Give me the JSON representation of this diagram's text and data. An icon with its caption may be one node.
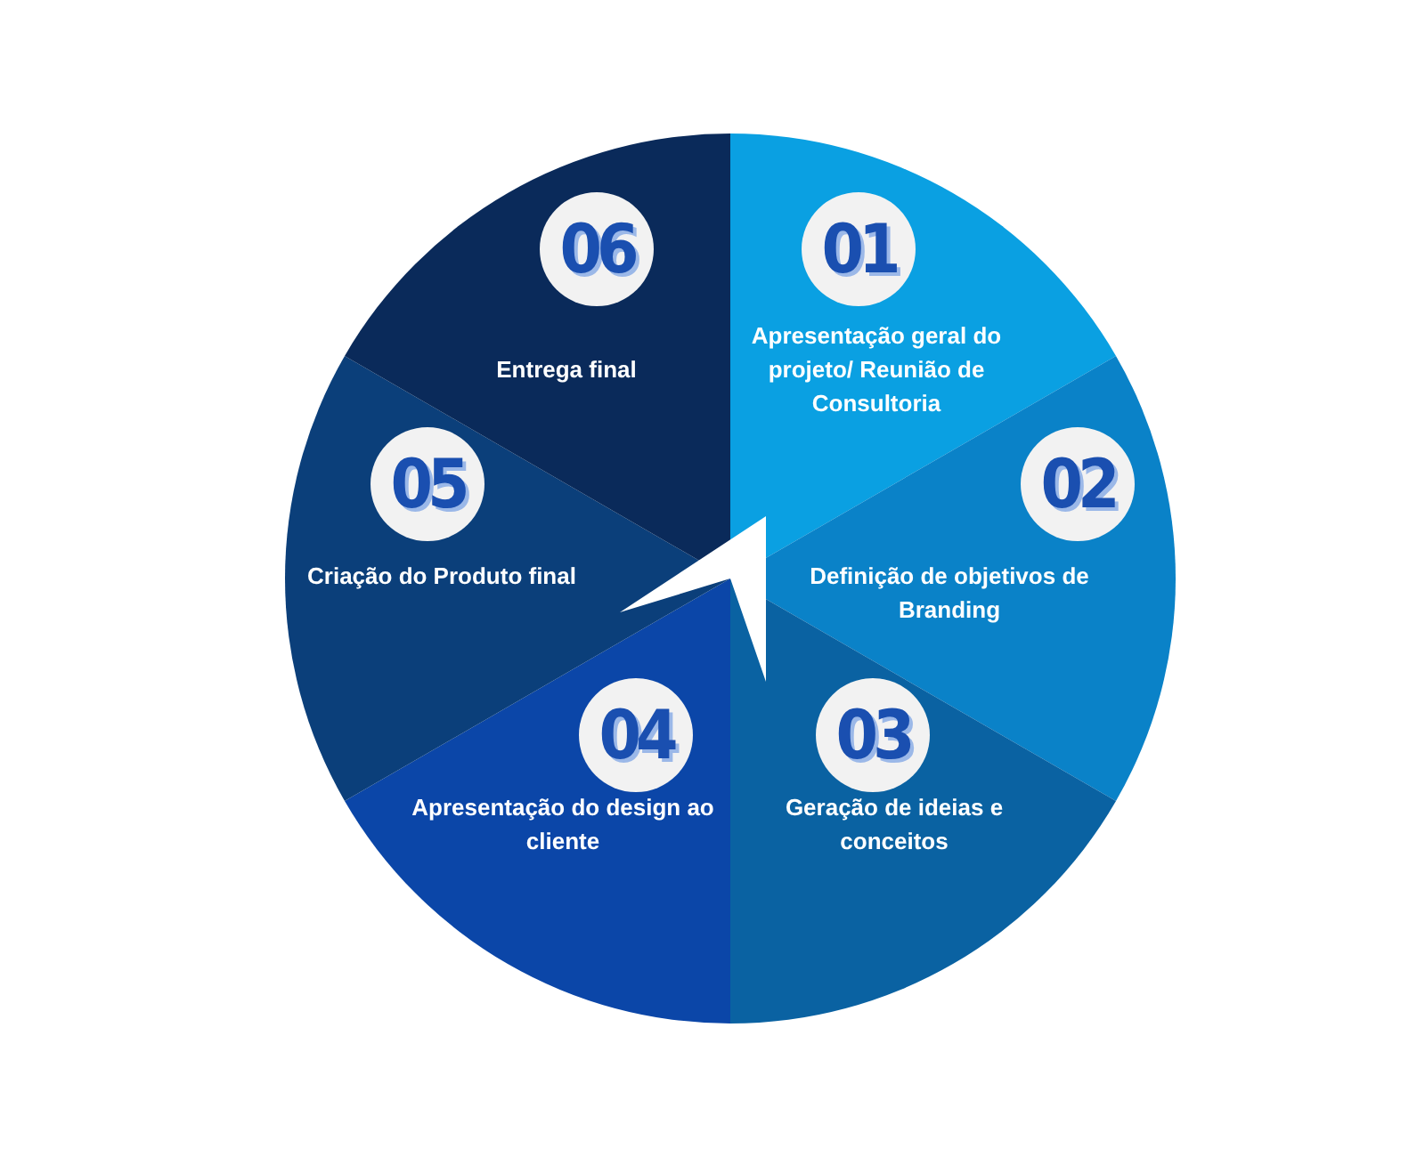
{
  "diagram": {
    "nodes": [
      {
        "text": [
          "01",
          "Apresentação geral do projeto/ Reunião de Consultoria"
        ]
      },
      {
        "text": [
          "02",
          "Definição de objetivos de Branding"
        ]
      },
      {
        "text": [
          "03",
          "Geração de ideias e conceitos"
        ]
      },
      {
        "text": [
          "04",
          "Apresentação do design ao cliente"
        ]
      },
      {
        "text": [
          "05",
          "Criação do Produto final"
        ]
      },
      {
        "text": [
          "06",
          "Entrega final"
        ]
      }
    ]
  }
}
